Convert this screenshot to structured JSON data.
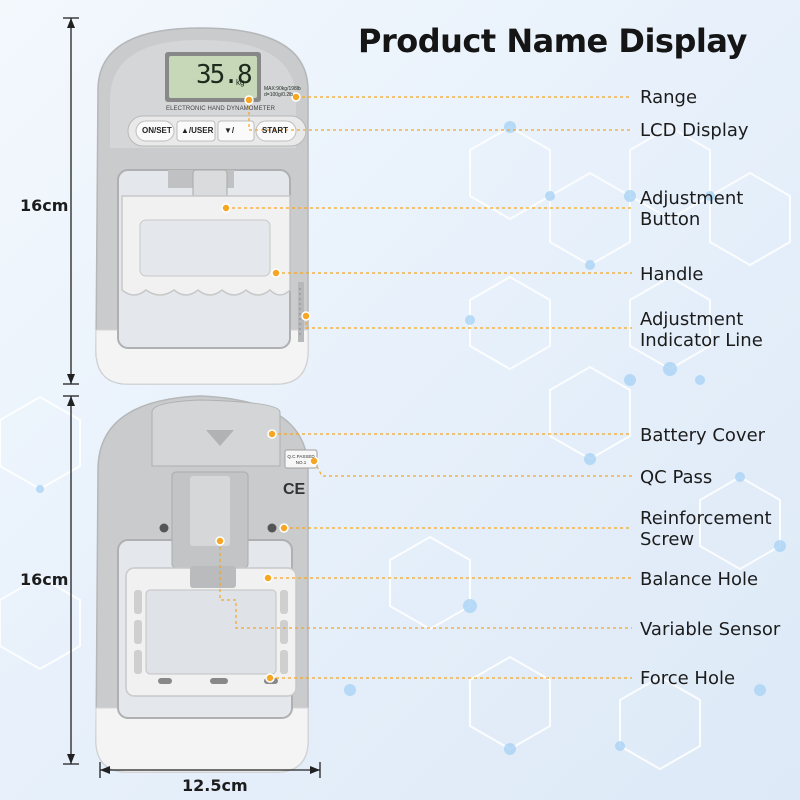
{
  "title": "Product Name Display",
  "labels": {
    "range": "Range",
    "lcd_display": "LCD Display",
    "adjustment_button": [
      "Adjustment",
      "Button"
    ],
    "handle": "Handle",
    "adjustment_indicator_line": [
      "Adjustment",
      "Indicator Line"
    ],
    "battery_cover": "Battery Cover",
    "qc_pass": "QC Pass",
    "reinforcement_screw": [
      "Reinforcement",
      "Screw"
    ],
    "balance_hole": "Balance Hole",
    "variable_sensor": "Variable Sensor",
    "force_hole": "Force Hole"
  },
  "dimensions": {
    "front_height": "16cm",
    "back_height": "16cm",
    "width": "12.5cm"
  },
  "device": {
    "reading": "35.8",
    "unit": "kg",
    "range_text": [
      "MAX:90kg/198lb",
      "d=100g/0.2lb"
    ],
    "name": "ELECTRONIC HAND DYNAMOMETER",
    "buttons": {
      "on_set": "ON/SET",
      "user": "▲/USER",
      "down": "▼/",
      "start": "START"
    },
    "qc_text": [
      "Q.C.PASSED",
      "NO.1"
    ],
    "ce_mark": "CE"
  },
  "colors": {
    "accent": "#f5a623",
    "body_gray": "#c9cbcd",
    "grip_white": "#f2f2f2",
    "lcd_green": "#c7d8b8"
  }
}
